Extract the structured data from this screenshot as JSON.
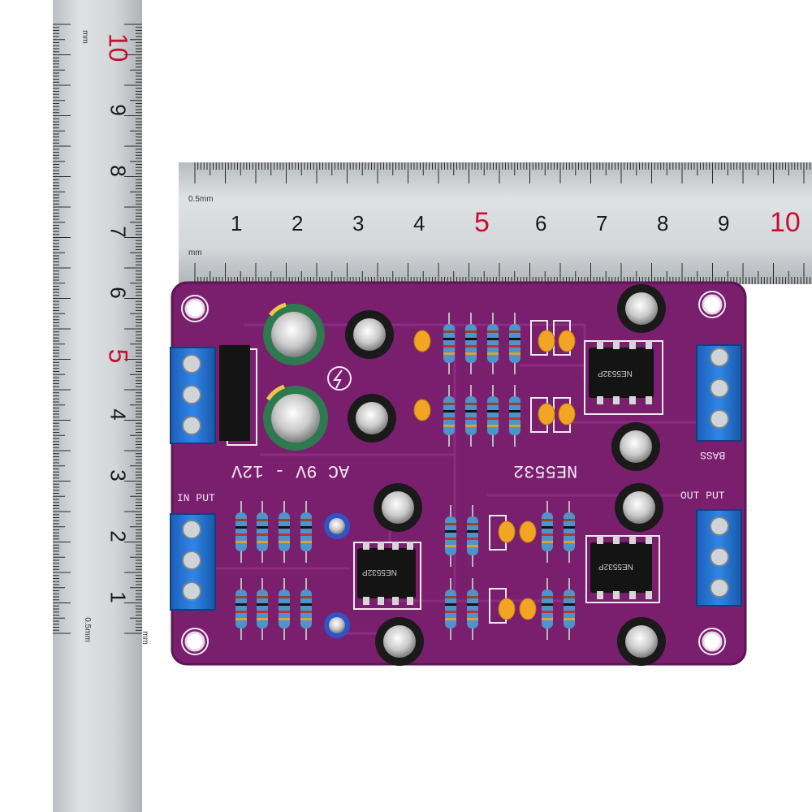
{
  "vertical_ruler": {
    "unit_top": "mm",
    "unit_bottom": "0.5mm",
    "unit_bottom2": "mm",
    "numbers": [
      "10",
      "9",
      "8",
      "7",
      "6",
      "5",
      "4",
      "3",
      "2",
      "1"
    ]
  },
  "horizontal_ruler": {
    "unit_left_top": "0.5mm",
    "unit_left_bottom": "mm",
    "numbers": [
      "1",
      "2",
      "3",
      "4",
      "5",
      "6",
      "7",
      "8",
      "9",
      "10"
    ]
  },
  "board": {
    "power_label": "AC 9V - 12V",
    "chip_label": "NE5532",
    "input_label": "IN PUT",
    "output_label": "OUT PUT",
    "bass_label": "BASS",
    "ic_marking_1": "NE5532P",
    "ic_marking_2": "NE5532P",
    "ic_marking_3": "NE5532P",
    "colors": {
      "pcb": "#7a1f6e",
      "terminal": "#1f6fd1",
      "ruler": "#cfd3d6",
      "red_mark": "#c8102e"
    }
  }
}
